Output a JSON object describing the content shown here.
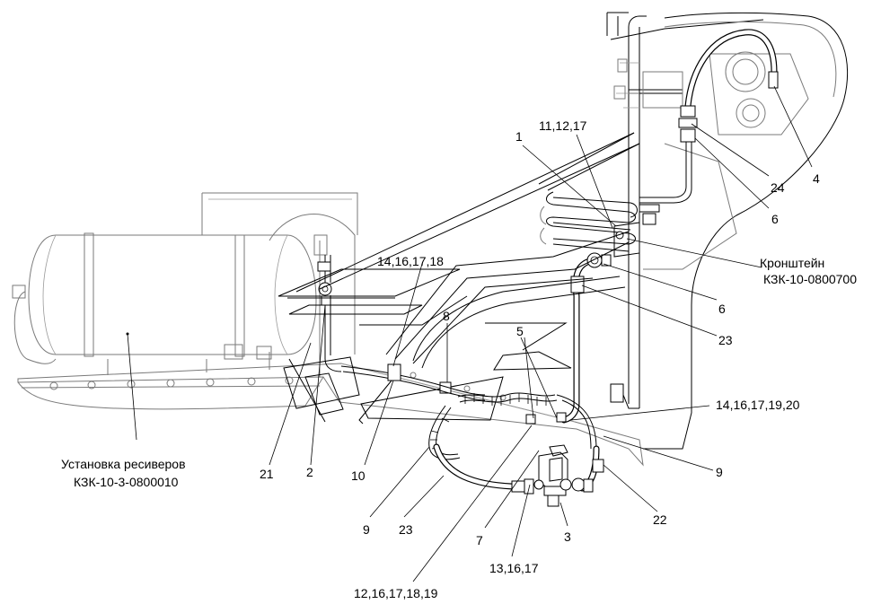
{
  "callouts": {
    "c1": "1",
    "c11_12_17": "11,12,17",
    "c14_16_17_18": "14,16,17,18",
    "c8": "8",
    "c5": "5",
    "c24": "24",
    "c4": "4",
    "c6_top": "6",
    "bracket_line1": "Кронштейн",
    "bracket_line2": "КЗК-10-0800700",
    "c6_mid": "6",
    "c23_right": "23",
    "c14_16_17_19_20": "14,16,17,19,20",
    "c9_right": "9",
    "c22": "22",
    "receivers_line1": "Установка ресиверов",
    "receivers_line2": "КЗК-10-3-0800010",
    "c21": "21",
    "c2": "2",
    "c10": "10",
    "c9_left": "9",
    "c23_bottom": "23",
    "c7": "7",
    "c3": "3",
    "c13_16_17": "13,16,17",
    "c12_16_17_18_19": "12,16,17,18,19"
  }
}
